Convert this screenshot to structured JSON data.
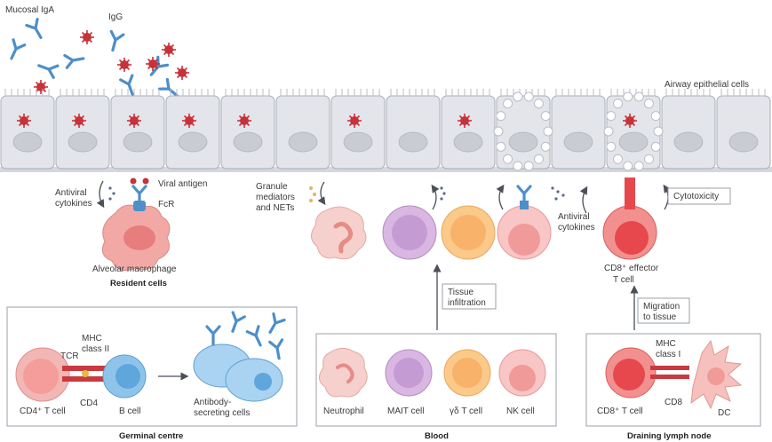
{
  "labels": {
    "mucosal_iga": "Mucosal IgA",
    "igg": "IgG",
    "airway_epithelial": "Airway epithelial cells",
    "antiviral_cytokines_left": "Antiviral",
    "antiviral_cytokines_left2": "cytokines",
    "viral_antigen": "Viral antigen",
    "fcr": "FcR",
    "alveolar_macrophage": "Alveolar macrophage",
    "resident_cells": "Resident cells",
    "granule_1": "Granule",
    "granule_2": "mediators",
    "granule_3": "and NETs",
    "antiviral_mid_1": "Antiviral",
    "antiviral_mid_2": "cytokines",
    "cytotoxicity": "Cytotoxicity",
    "cd8_effector_1": "CD8⁺ effector",
    "cd8_effector_2": "T cell",
    "tissue_inf_1": "Tissue",
    "tissue_inf_2": "infiltration",
    "migration_1": "Migration",
    "migration_2": "to tissue",
    "mhc2_1": "MHC",
    "mhc2_2": "class II",
    "tcr": "TCR",
    "cd4": "CD4",
    "cd4_tcell": "CD4⁺ T cell",
    "bcell": "B cell",
    "ab_secreting_1": "Antibody-",
    "ab_secreting_2": "secreting cells",
    "germinal_centre": "Germinal centre",
    "neutrophil": "Neutrophil",
    "mait": "MAIT cell",
    "gd_tcell": "γδ T cell",
    "nk": "NK cell",
    "blood": "Blood",
    "mhc1_1": "MHC",
    "mhc1_2": "class I",
    "cd8_tcell": "CD8⁺ T cell",
    "cd8": "CD8",
    "dc": "DC",
    "draining_ln": "Draining lymph node"
  },
  "colors": {
    "antibody": "#4d8fc9",
    "virus": "#c8323a",
    "epithelium": "#e3e5ea",
    "cd4": "#f2b7b4",
    "bcell": "#8fc4ea",
    "neutrophil": "#f6d0cc",
    "mait": "#d9b7e2",
    "gd": "#fbc98a",
    "nk": "#f4a5a5",
    "cd8": "#e6484d"
  }
}
